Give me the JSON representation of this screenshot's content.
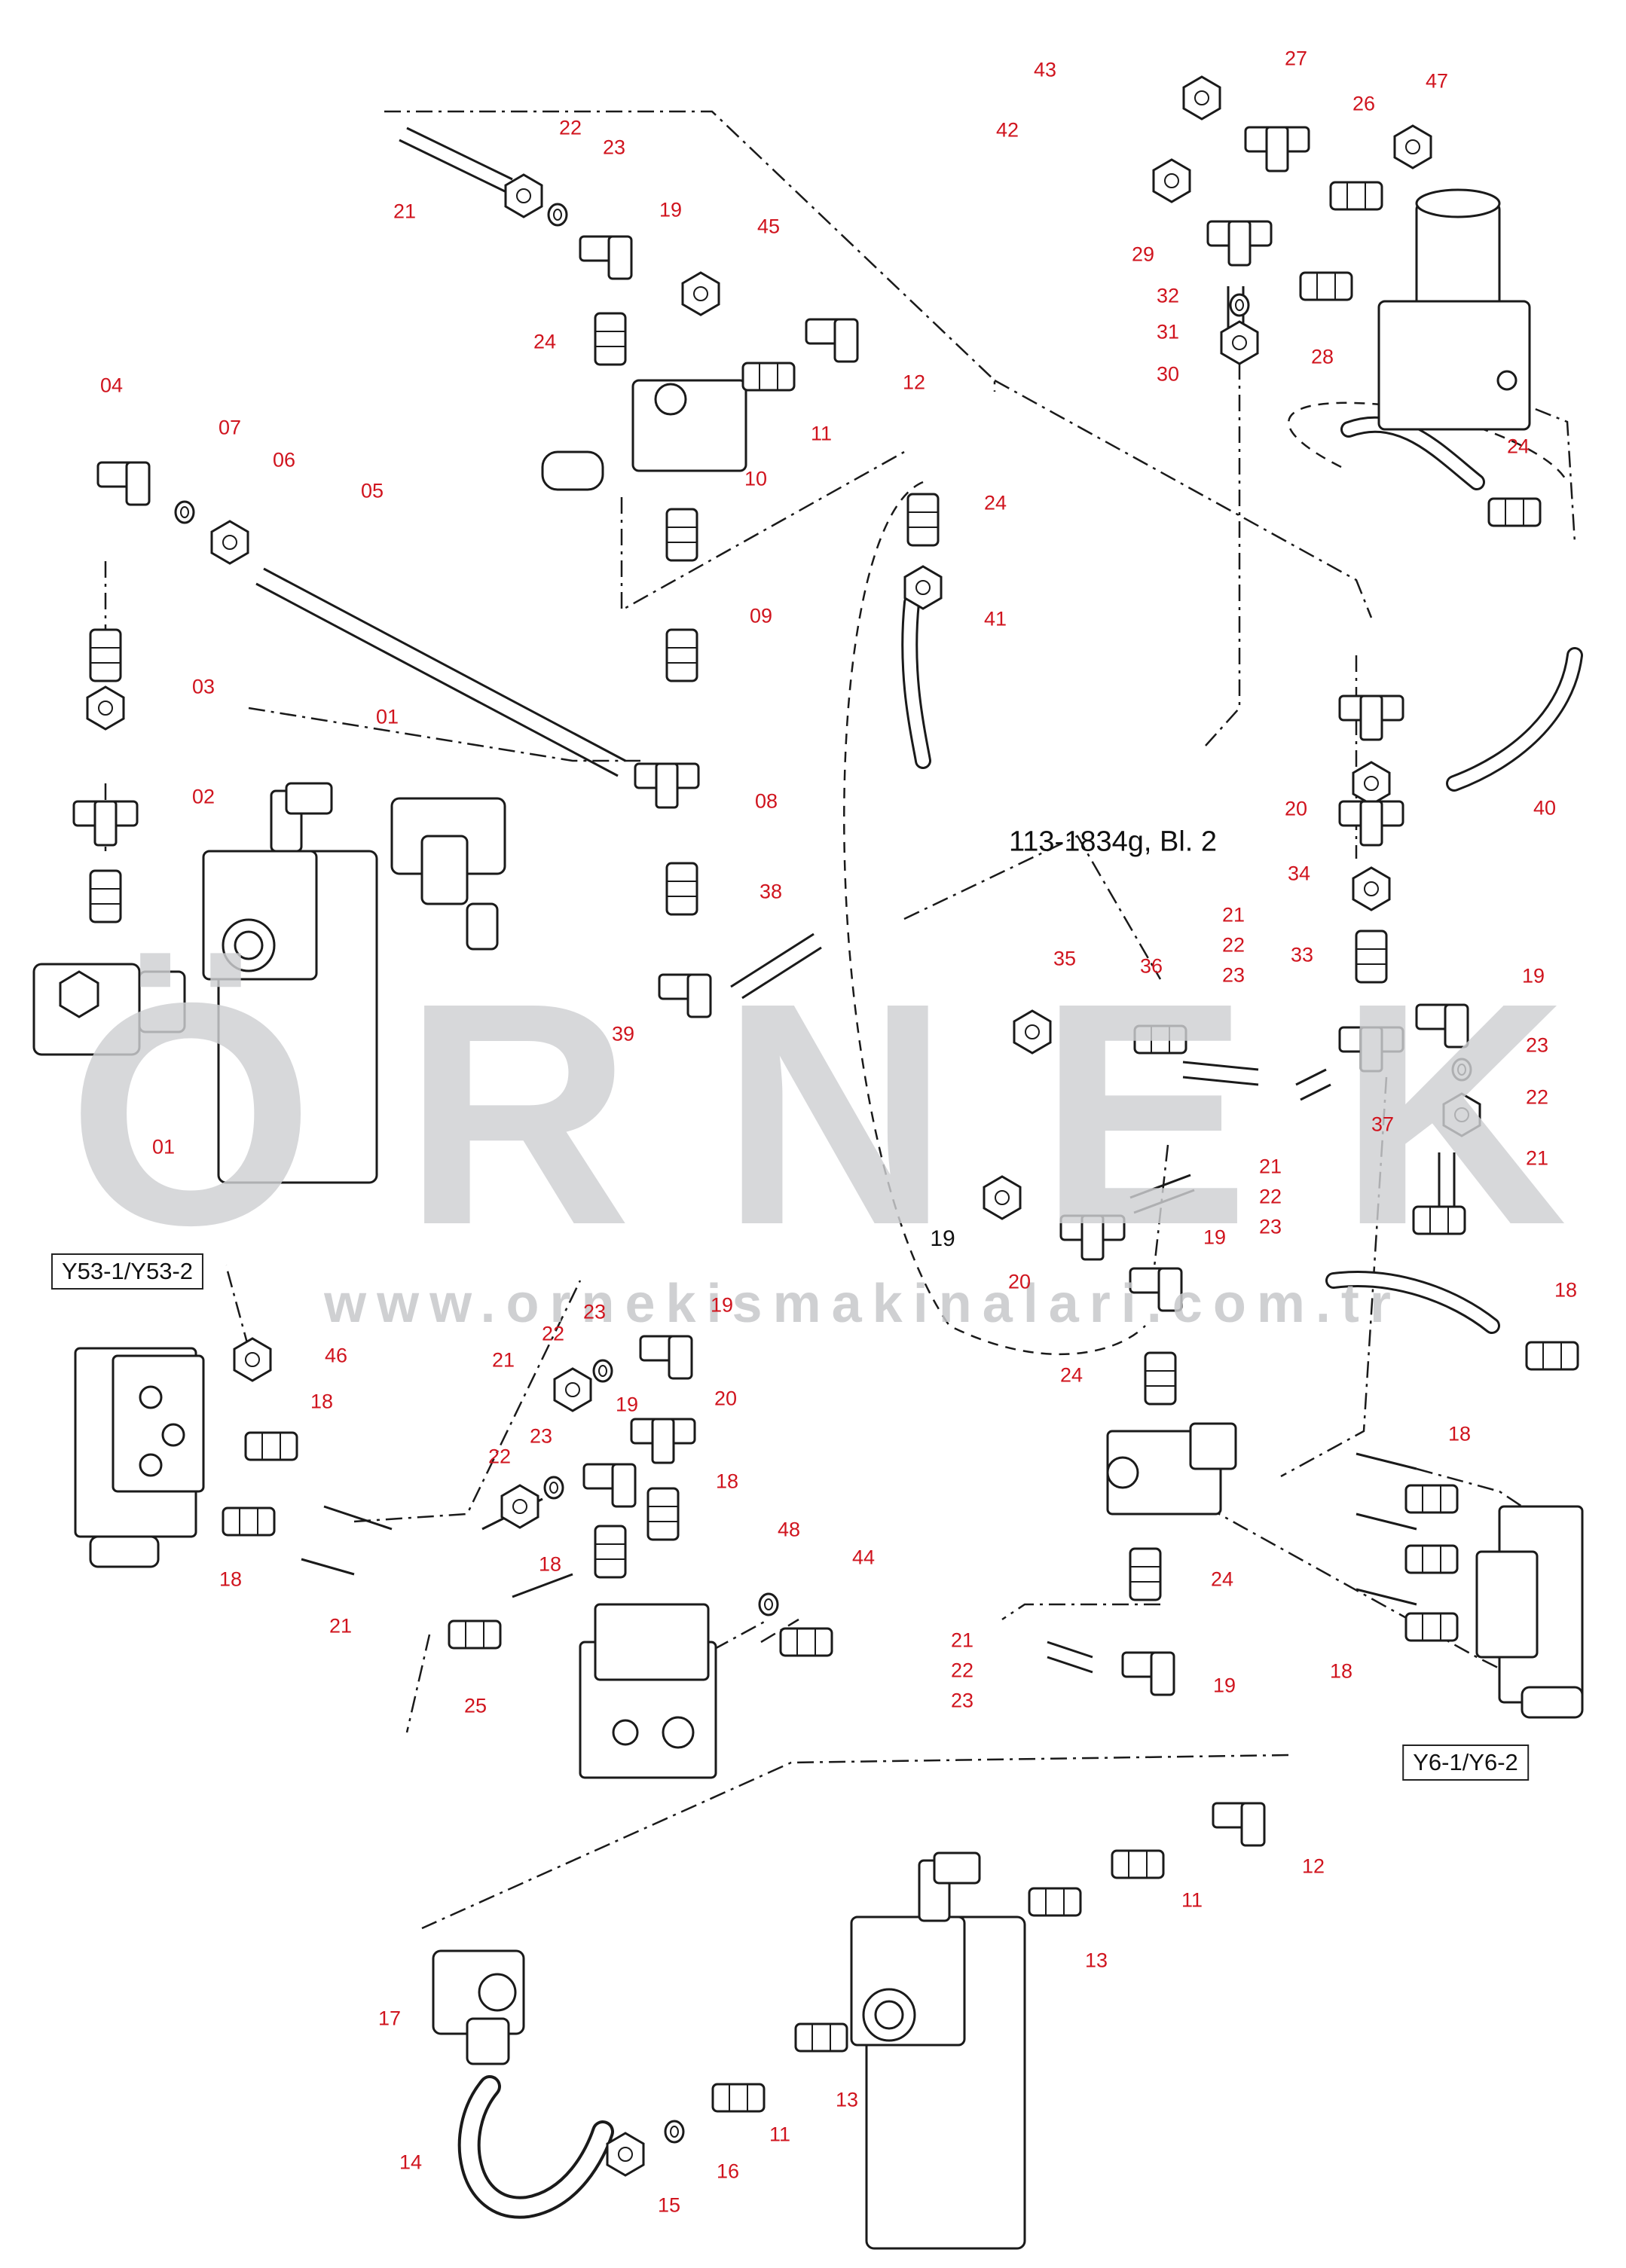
{
  "diagram": {
    "callouts": [
      {
        "label": "43"
      },
      {
        "label": "27"
      },
      {
        "label": "47"
      },
      {
        "label": "42"
      },
      {
        "label": "26"
      },
      {
        "label": "29"
      },
      {
        "label": "32"
      },
      {
        "label": "31"
      },
      {
        "label": "28"
      },
      {
        "label": "30"
      },
      {
        "label": "24"
      },
      {
        "label": "22"
      },
      {
        "label": "23"
      },
      {
        "label": "21"
      },
      {
        "label": "19"
      },
      {
        "label": "45"
      },
      {
        "label": "24"
      },
      {
        "label": "12"
      },
      {
        "label": "11"
      },
      {
        "label": "10"
      },
      {
        "label": "04"
      },
      {
        "label": "07"
      },
      {
        "label": "06"
      },
      {
        "label": "05"
      },
      {
        "label": "03"
      },
      {
        "label": "01"
      },
      {
        "label": "02"
      },
      {
        "label": "01"
      },
      {
        "label": "09"
      },
      {
        "label": "08"
      },
      {
        "label": "38"
      },
      {
        "label": "39"
      },
      {
        "label": "24"
      },
      {
        "label": "41"
      },
      {
        "label": "40"
      },
      {
        "label": "20"
      },
      {
        "label": "34"
      },
      {
        "label": "33"
      },
      {
        "label": "21"
      },
      {
        "label": "22"
      },
      {
        "label": "23"
      },
      {
        "label": "35"
      },
      {
        "label": "36"
      },
      {
        "label": "19"
      },
      {
        "label": "23"
      },
      {
        "label": "22"
      },
      {
        "label": "21"
      },
      {
        "label": "37"
      },
      {
        "label": "21"
      },
      {
        "label": "22"
      },
      {
        "label": "23"
      },
      {
        "label": "19"
      },
      {
        "label": "20"
      },
      {
        "label": "19"
      },
      {
        "label": "24"
      },
      {
        "label": "18"
      },
      {
        "label": "46"
      },
      {
        "label": "23"
      },
      {
        "label": "19"
      },
      {
        "label": "22"
      },
      {
        "label": "21"
      },
      {
        "label": "20"
      },
      {
        "label": "18"
      },
      {
        "label": "18"
      },
      {
        "label": "23"
      },
      {
        "label": "19"
      },
      {
        "label": "22"
      },
      {
        "label": "18"
      },
      {
        "label": "18"
      },
      {
        "label": "21"
      },
      {
        "label": "48"
      },
      {
        "label": "44"
      },
      {
        "label": "25"
      },
      {
        "label": "18"
      },
      {
        "label": "24"
      },
      {
        "label": "21"
      },
      {
        "label": "22"
      },
      {
        "label": "23"
      },
      {
        "label": "19"
      },
      {
        "label": "18"
      },
      {
        "label": "12"
      },
      {
        "label": "11"
      },
      {
        "label": "13"
      },
      {
        "label": "17"
      },
      {
        "label": "13"
      },
      {
        "label": "11"
      },
      {
        "label": "14"
      },
      {
        "label": "16"
      },
      {
        "label": "15"
      }
    ],
    "boxed_labels": {
      "y53": "Y53-1/Y53-2",
      "y6": "Y6-1/Y6-2"
    },
    "sheet_reference": "113-1834g, Bl. 2",
    "part_19_black": "19"
  },
  "watermark": {
    "letters": [
      "Ö",
      "R",
      "N",
      "E",
      "K"
    ],
    "url": "www.ornekismakinalari.com.tr"
  },
  "colors": {
    "callout": "#d0141e",
    "line": "#1a1a1a",
    "watermark": "#cfd0d3"
  }
}
